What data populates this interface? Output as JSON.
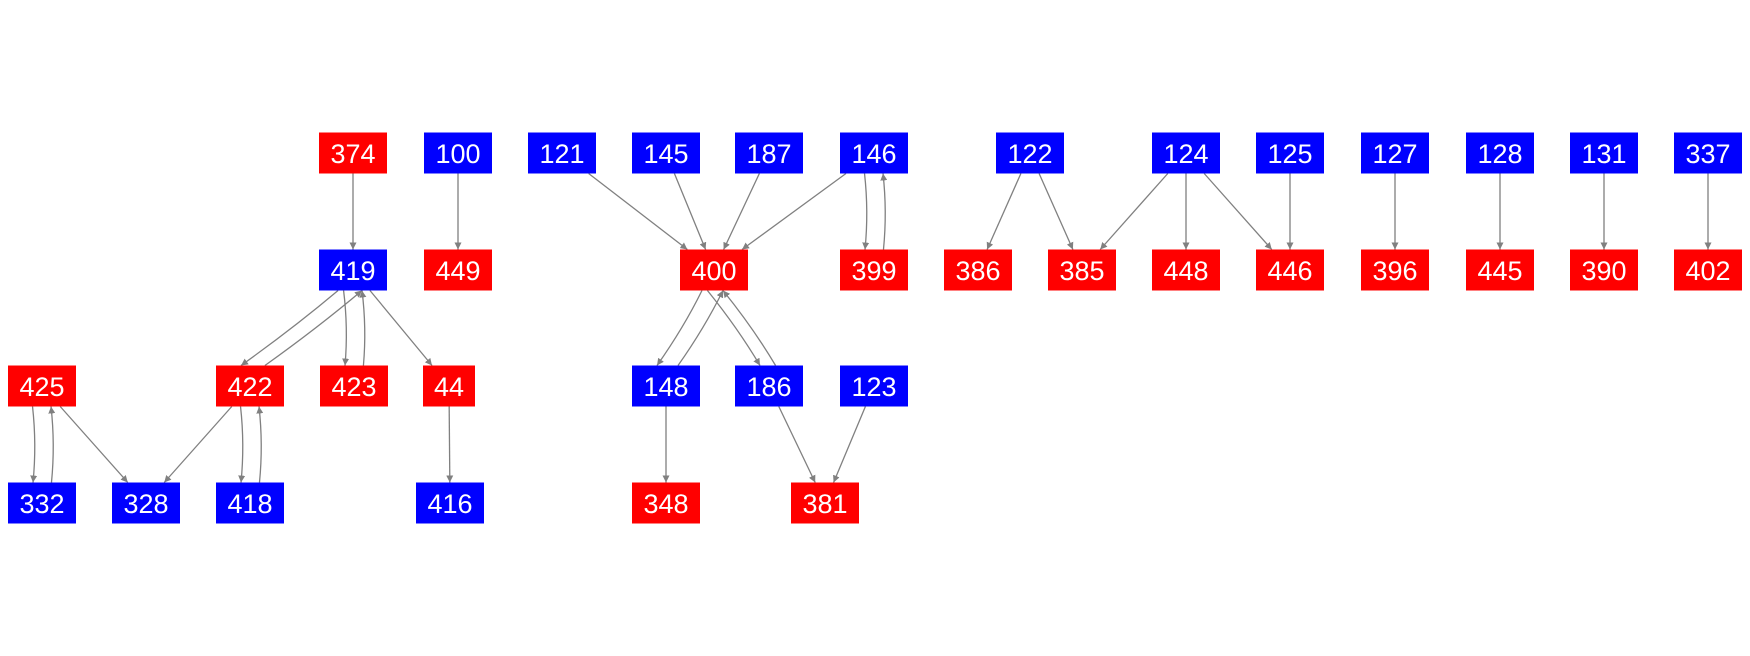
{
  "colors": {
    "red": "#ff0000",
    "blue": "#0000ff",
    "edge": "#808080",
    "text": "#ffffff"
  },
  "nodes": [
    {
      "id": "374",
      "color": "red",
      "row": 0,
      "col": 353
    },
    {
      "id": "100",
      "color": "blue",
      "row": 0,
      "col": 458
    },
    {
      "id": "121",
      "color": "blue",
      "row": 0,
      "col": 562
    },
    {
      "id": "145",
      "color": "blue",
      "row": 0,
      "col": 666
    },
    {
      "id": "187",
      "color": "blue",
      "row": 0,
      "col": 769
    },
    {
      "id": "146",
      "color": "blue",
      "row": 0,
      "col": 874
    },
    {
      "id": "122",
      "color": "blue",
      "row": 0,
      "col": 1030
    },
    {
      "id": "124",
      "color": "blue",
      "row": 0,
      "col": 1186
    },
    {
      "id": "125",
      "color": "blue",
      "row": 0,
      "col": 1290
    },
    {
      "id": "127",
      "color": "blue",
      "row": 0,
      "col": 1395
    },
    {
      "id": "128",
      "color": "blue",
      "row": 0,
      "col": 1500
    },
    {
      "id": "131",
      "color": "blue",
      "row": 0,
      "col": 1604
    },
    {
      "id": "337",
      "color": "blue",
      "row": 0,
      "col": 1708
    },
    {
      "id": "419",
      "color": "blue",
      "row": 1,
      "col": 353
    },
    {
      "id": "449",
      "color": "red",
      "row": 1,
      "col": 458
    },
    {
      "id": "400",
      "color": "red",
      "row": 1,
      "col": 714
    },
    {
      "id": "399",
      "color": "red",
      "row": 1,
      "col": 874
    },
    {
      "id": "386",
      "color": "red",
      "row": 1,
      "col": 978
    },
    {
      "id": "385",
      "color": "red",
      "row": 1,
      "col": 1082
    },
    {
      "id": "448",
      "color": "red",
      "row": 1,
      "col": 1186
    },
    {
      "id": "446",
      "color": "red",
      "row": 1,
      "col": 1290
    },
    {
      "id": "396",
      "color": "red",
      "row": 1,
      "col": 1395
    },
    {
      "id": "445",
      "color": "red",
      "row": 1,
      "col": 1500
    },
    {
      "id": "390",
      "color": "red",
      "row": 1,
      "col": 1604
    },
    {
      "id": "402",
      "color": "red",
      "row": 1,
      "col": 1708
    },
    {
      "id": "425",
      "color": "red",
      "row": 2,
      "col": 42
    },
    {
      "id": "422",
      "color": "red",
      "row": 2,
      "col": 250
    },
    {
      "id": "423",
      "color": "red",
      "row": 2,
      "col": 354
    },
    {
      "id": "44",
      "color": "red",
      "row": 2,
      "col": 449
    },
    {
      "id": "148",
      "color": "blue",
      "row": 2,
      "col": 666
    },
    {
      "id": "186",
      "color": "blue",
      "row": 2,
      "col": 769
    },
    {
      "id": "123",
      "color": "blue",
      "row": 2,
      "col": 874
    },
    {
      "id": "332",
      "color": "blue",
      "row": 3,
      "col": 42
    },
    {
      "id": "328",
      "color": "blue",
      "row": 3,
      "col": 146
    },
    {
      "id": "418",
      "color": "blue",
      "row": 3,
      "col": 250
    },
    {
      "id": "416",
      "color": "blue",
      "row": 3,
      "col": 450
    },
    {
      "id": "348",
      "color": "red",
      "row": 3,
      "col": 666
    },
    {
      "id": "381",
      "color": "red",
      "row": 3,
      "col": 825
    }
  ],
  "edges": [
    [
      "374",
      "419"
    ],
    [
      "100",
      "449"
    ],
    [
      "121",
      "400"
    ],
    [
      "145",
      "400"
    ],
    [
      "187",
      "400"
    ],
    [
      "146",
      "400"
    ],
    [
      "146",
      "399"
    ],
    [
      "399",
      "146"
    ],
    [
      "122",
      "386"
    ],
    [
      "122",
      "385"
    ],
    [
      "124",
      "385"
    ],
    [
      "124",
      "448"
    ],
    [
      "124",
      "446"
    ],
    [
      "125",
      "446"
    ],
    [
      "127",
      "396"
    ],
    [
      "128",
      "445"
    ],
    [
      "131",
      "390"
    ],
    [
      "337",
      "402"
    ],
    [
      "419",
      "422"
    ],
    [
      "422",
      "419"
    ],
    [
      "419",
      "423"
    ],
    [
      "423",
      "419"
    ],
    [
      "419",
      "44"
    ],
    [
      "425",
      "332"
    ],
    [
      "332",
      "425"
    ],
    [
      "425",
      "328"
    ],
    [
      "422",
      "328"
    ],
    [
      "422",
      "418"
    ],
    [
      "418",
      "422"
    ],
    [
      "44",
      "416"
    ],
    [
      "400",
      "148"
    ],
    [
      "148",
      "400"
    ],
    [
      "400",
      "186"
    ],
    [
      "186",
      "400"
    ],
    [
      "148",
      "348"
    ],
    [
      "186",
      "381"
    ],
    [
      "123",
      "381"
    ]
  ]
}
